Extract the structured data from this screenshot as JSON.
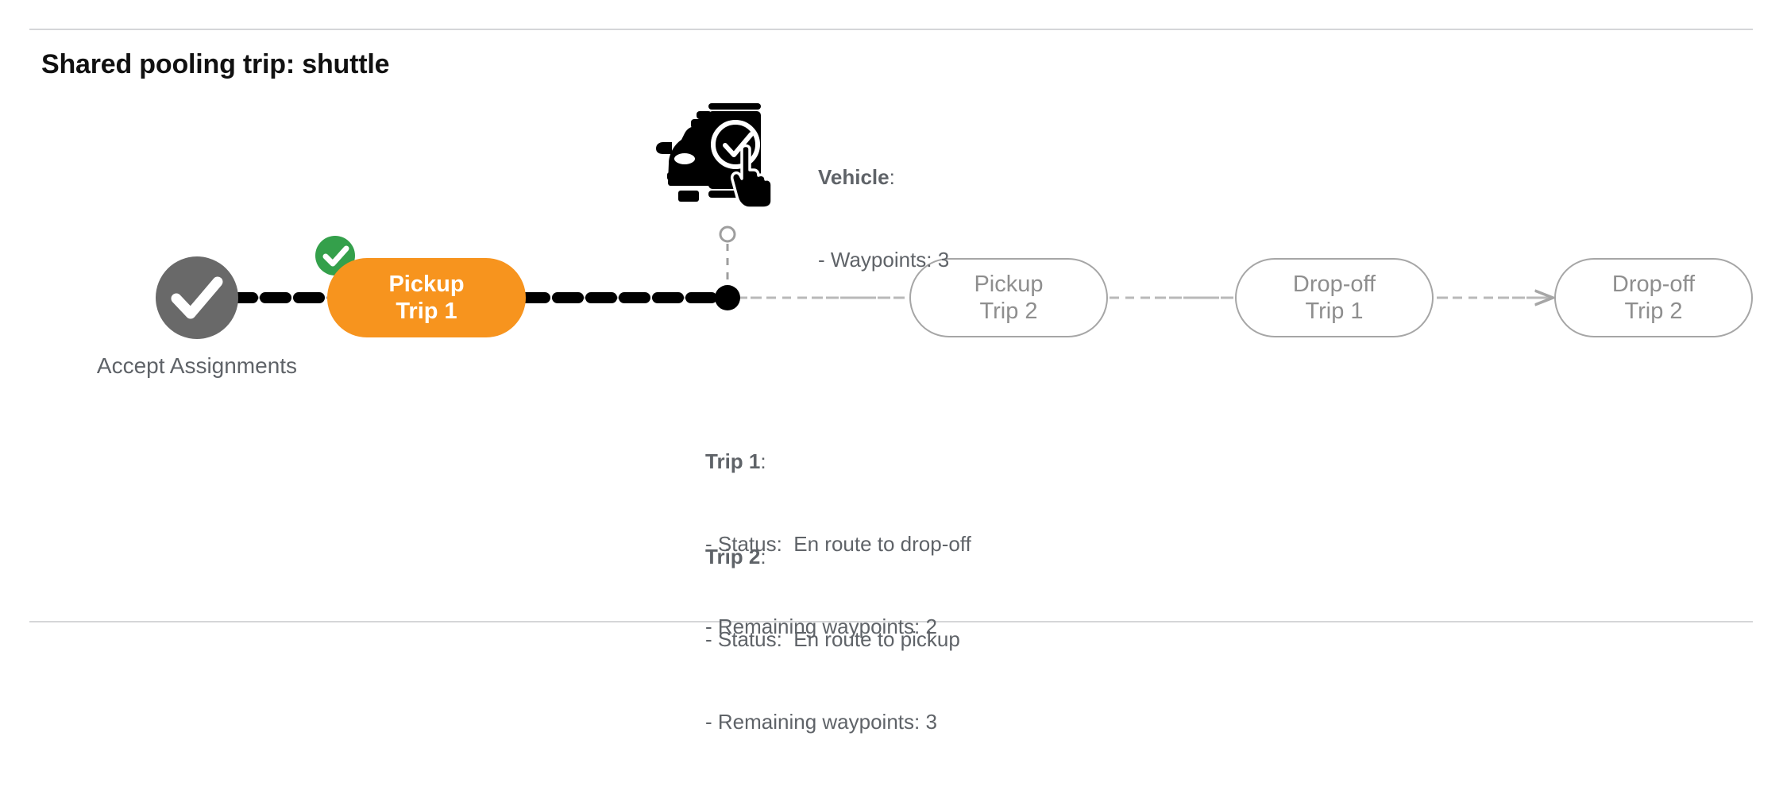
{
  "page": {
    "title": "Shared pooling trip: shuttle",
    "accent_orange": "#f7941e",
    "accent_green": "#34a04b",
    "node_gray": "#696969",
    "pending_border": "#a6a6a6",
    "pending_text": "#8e8e8e",
    "text_gray": "#5f6368",
    "rule_color": "#d5d6d8"
  },
  "start_node": {
    "icon": "check-circle-icon",
    "caption_line1": "Accept",
    "caption_line2": "Assignments"
  },
  "timeline": {
    "completed_badge_icon": "check-badge-icon",
    "vehicle_marker_icon": "vehicle-position-dot",
    "steps": [
      {
        "id": "pickup-trip-1",
        "line1": "Pickup",
        "line2": "Trip 1",
        "state": "active",
        "completed": true
      },
      {
        "id": "pickup-trip-2",
        "line1": "Pickup",
        "line2": "Trip 2",
        "state": "pending",
        "completed": false
      },
      {
        "id": "dropoff-trip-1",
        "line1": "Drop-off",
        "line2": "Trip 1",
        "state": "pending",
        "completed": false
      },
      {
        "id": "dropoff-trip-2",
        "line1": "Drop-off",
        "line2": "Trip 2",
        "state": "pending",
        "completed": false
      }
    ]
  },
  "vehicle_annotation": {
    "icon": "car-phone-check-icon",
    "header": "Vehicle",
    "header_suffix": ":",
    "rows": [
      "- Waypoints: 3"
    ]
  },
  "trip_annotations": [
    {
      "header": "Trip 1",
      "header_suffix": ":",
      "rows": [
        "- Status:  En route to drop-off",
        "- Remaining waypoints: 2"
      ]
    },
    {
      "header": "Trip 2",
      "header_suffix": ":",
      "rows": [
        "- Status:  En route to pickup",
        "- Remaining waypoints: 3"
      ]
    }
  ]
}
